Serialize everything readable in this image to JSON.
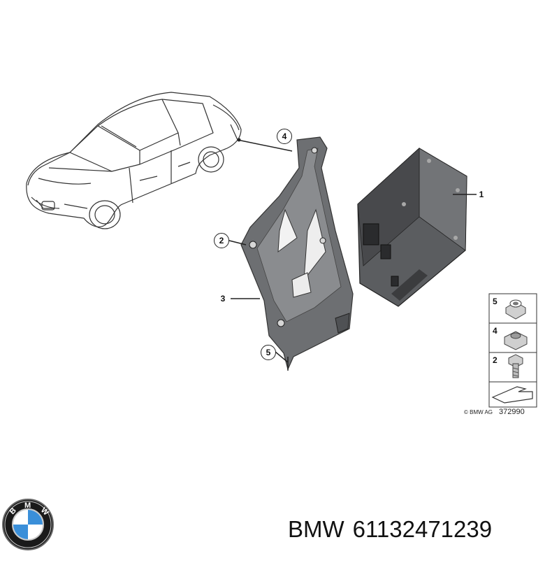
{
  "diagram": {
    "callouts": [
      "1",
      "2",
      "3",
      "4",
      "5"
    ],
    "legend_items": [
      {
        "number": "5",
        "icon": "flange-nut-icon"
      },
      {
        "number": "4",
        "icon": "hex-nut-icon"
      },
      {
        "number": "2",
        "icon": "bolt-icon"
      }
    ],
    "copyright": "© BMW AG",
    "diagram_id": "372990"
  },
  "brand": {
    "logo_letters": "BMW",
    "colors": {
      "blue": "#3a8fd9",
      "dark": "#1a1a1a",
      "chrome": "#c8c8c8"
    }
  },
  "part": {
    "brand": "BMW",
    "number": "61132471239"
  }
}
